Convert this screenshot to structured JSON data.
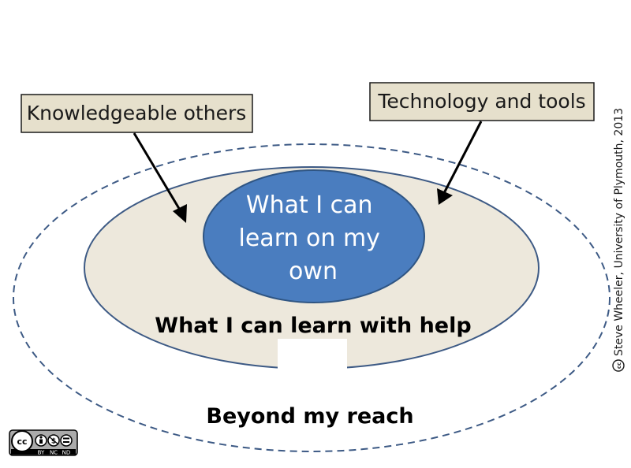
{
  "labels": {
    "knowledgeable_others": "Knowledgeable others",
    "technology_and_tools": "Technology and tools",
    "inner_line1": "What I can",
    "inner_line2": "learn on my",
    "inner_line3": "own",
    "middle": "What I can learn with help",
    "outer": "Beyond my reach",
    "credit": "Steve Wheeler, University of Plymouth, 2013"
  },
  "license": {
    "cc_symbol": "cc",
    "terms": [
      "BY",
      "NC",
      "ND"
    ]
  },
  "icons": {
    "license_badge": "cc-by-nc-nd-icon",
    "credit_mark": "creative-commons-icon"
  },
  "colors": {
    "inner_fill": "#4a7dbf",
    "inner_stroke": "#2f5583",
    "middle_fill": "#ede8dc",
    "middle_stroke": "#3d5a85",
    "outer_dash": "#3d5a85",
    "box_fill": "#e6e0cc",
    "arrow": "#000000"
  }
}
